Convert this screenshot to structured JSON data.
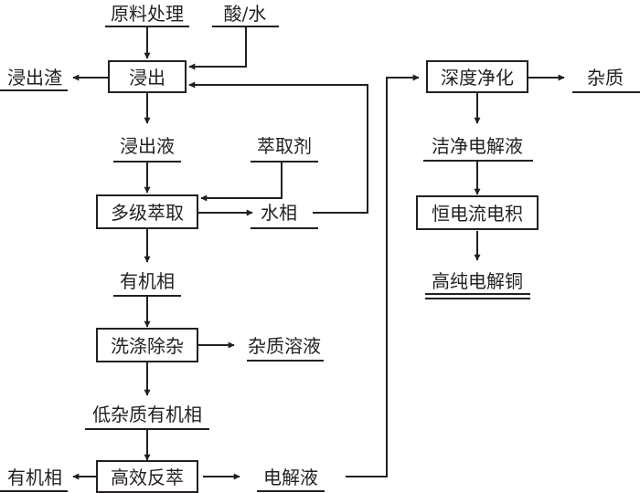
{
  "diagram": {
    "type": "process-flowchart",
    "title": "",
    "process_boxes": {
      "leaching": "浸出",
      "multistage_extraction": "多级萃取",
      "washing_impurity_removal": "洗涤除杂",
      "efficient_stripping": "高效反萃",
      "deep_purification": "深度净化",
      "constant_current_electrowinning": "恒电流电积"
    },
    "materials": {
      "raw_material_treatment": "原料处理",
      "acid_water": "酸/水",
      "leach_residue": "浸出渣",
      "leach_liquor": "浸出液",
      "extractant": "萃取剂",
      "aqueous_phase": "水相",
      "organic_phase": "有机相",
      "impurity_solution": "杂质溶液",
      "low_impurity_organic_phase": "低杂质有机相",
      "organic_phase_out": "有机相",
      "electrolyte": "电解液",
      "impurities": "杂质",
      "clean_electrolyte": "洁净电解液",
      "high_purity_electrolytic_copper": "高纯电解铜"
    },
    "flows": [
      {
        "from": "原料处理",
        "to": "浸出"
      },
      {
        "from": "酸/水",
        "to": "浸出"
      },
      {
        "from": "浸出",
        "to": "浸出渣"
      },
      {
        "from": "浸出",
        "to": "浸出液"
      },
      {
        "from": "浸出液",
        "to": "多级萃取"
      },
      {
        "from": "萃取剂",
        "to": "多级萃取"
      },
      {
        "from": "多级萃取",
        "to": "水相"
      },
      {
        "from": "水相",
        "to": "浸出",
        "note": "recycle"
      },
      {
        "from": "多级萃取",
        "to": "有机相"
      },
      {
        "from": "有机相",
        "to": "洗涤除杂"
      },
      {
        "from": "洗涤除杂",
        "to": "杂质溶液"
      },
      {
        "from": "洗涤除杂",
        "to": "低杂质有机相"
      },
      {
        "from": "低杂质有机相",
        "to": "高效反萃"
      },
      {
        "from": "高效反萃",
        "to": "有机相"
      },
      {
        "from": "高效反萃",
        "to": "电解液"
      },
      {
        "from": "电解液",
        "to": "深度净化"
      },
      {
        "from": "深度净化",
        "to": "杂质"
      },
      {
        "from": "深度净化",
        "to": "洁净电解液"
      },
      {
        "from": "洁净电解液",
        "to": "恒电流电积"
      },
      {
        "from": "恒电流电积",
        "to": "高纯电解铜"
      }
    ]
  }
}
